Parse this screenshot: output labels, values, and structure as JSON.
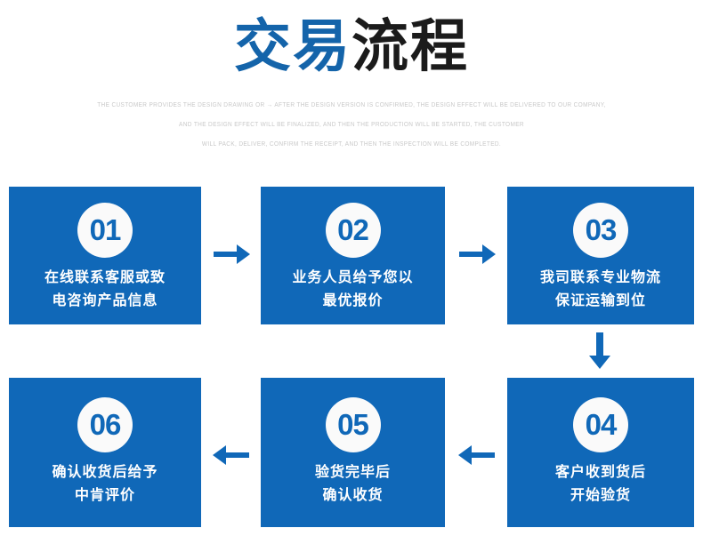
{
  "header": {
    "title_blue": "交易",
    "title_dark": "流程",
    "subtitle_lines": [
      "THE CUSTOMER PROVIDES THE DESIGN DRAWING OR → AFTER THE DESIGN VERSION IS CONFIRMED, THE DESIGN EFFECT WILL BE DELIVERED TO OUR COMPANY,",
      "AND THE DESIGN EFFECT WILL BE FINALIZED, AND THEN THE PRODUCTION WILL BE STARTED, THE CUSTOMER",
      "WILL PACK, DELIVER, CONFIRM THE RECEIPT, AND THEN THE INSPECTION WILL BE COMPLETED."
    ]
  },
  "colors": {
    "brand_blue": "#1068b8",
    "title_blue": "#1464aa",
    "title_dark": "#1b1b1b",
    "arrow_blue": "#1068b8",
    "badge_fill": "#fafafa",
    "subtitle_gray": "#c9c9c9",
    "background": "#ffffff"
  },
  "steps": [
    {
      "number": "01",
      "line1": "在线联系客服或致",
      "line2": "电咨询产品信息"
    },
    {
      "number": "02",
      "line1": "业务人员给予您以",
      "line2": "最优报价"
    },
    {
      "number": "03",
      "line1": "我司联系专业物流",
      "line2": "保证运输到位"
    },
    {
      "number": "04",
      "line1": "客户收到货后",
      "line2": "开始验货"
    },
    {
      "number": "05",
      "line1": "验货完毕后",
      "line2": "确认收货"
    },
    {
      "number": "06",
      "line1": "确认收货后给予",
      "line2": "中肯评价"
    }
  ],
  "arrows": [
    {
      "id": "arrow-step-01-to-02",
      "direction": "right"
    },
    {
      "id": "arrow-step-02-to-03",
      "direction": "right"
    },
    {
      "id": "arrow-step-03-to-04",
      "direction": "down"
    },
    {
      "id": "arrow-step-04-to-05",
      "direction": "left"
    },
    {
      "id": "arrow-step-05-to-06",
      "direction": "left"
    }
  ]
}
